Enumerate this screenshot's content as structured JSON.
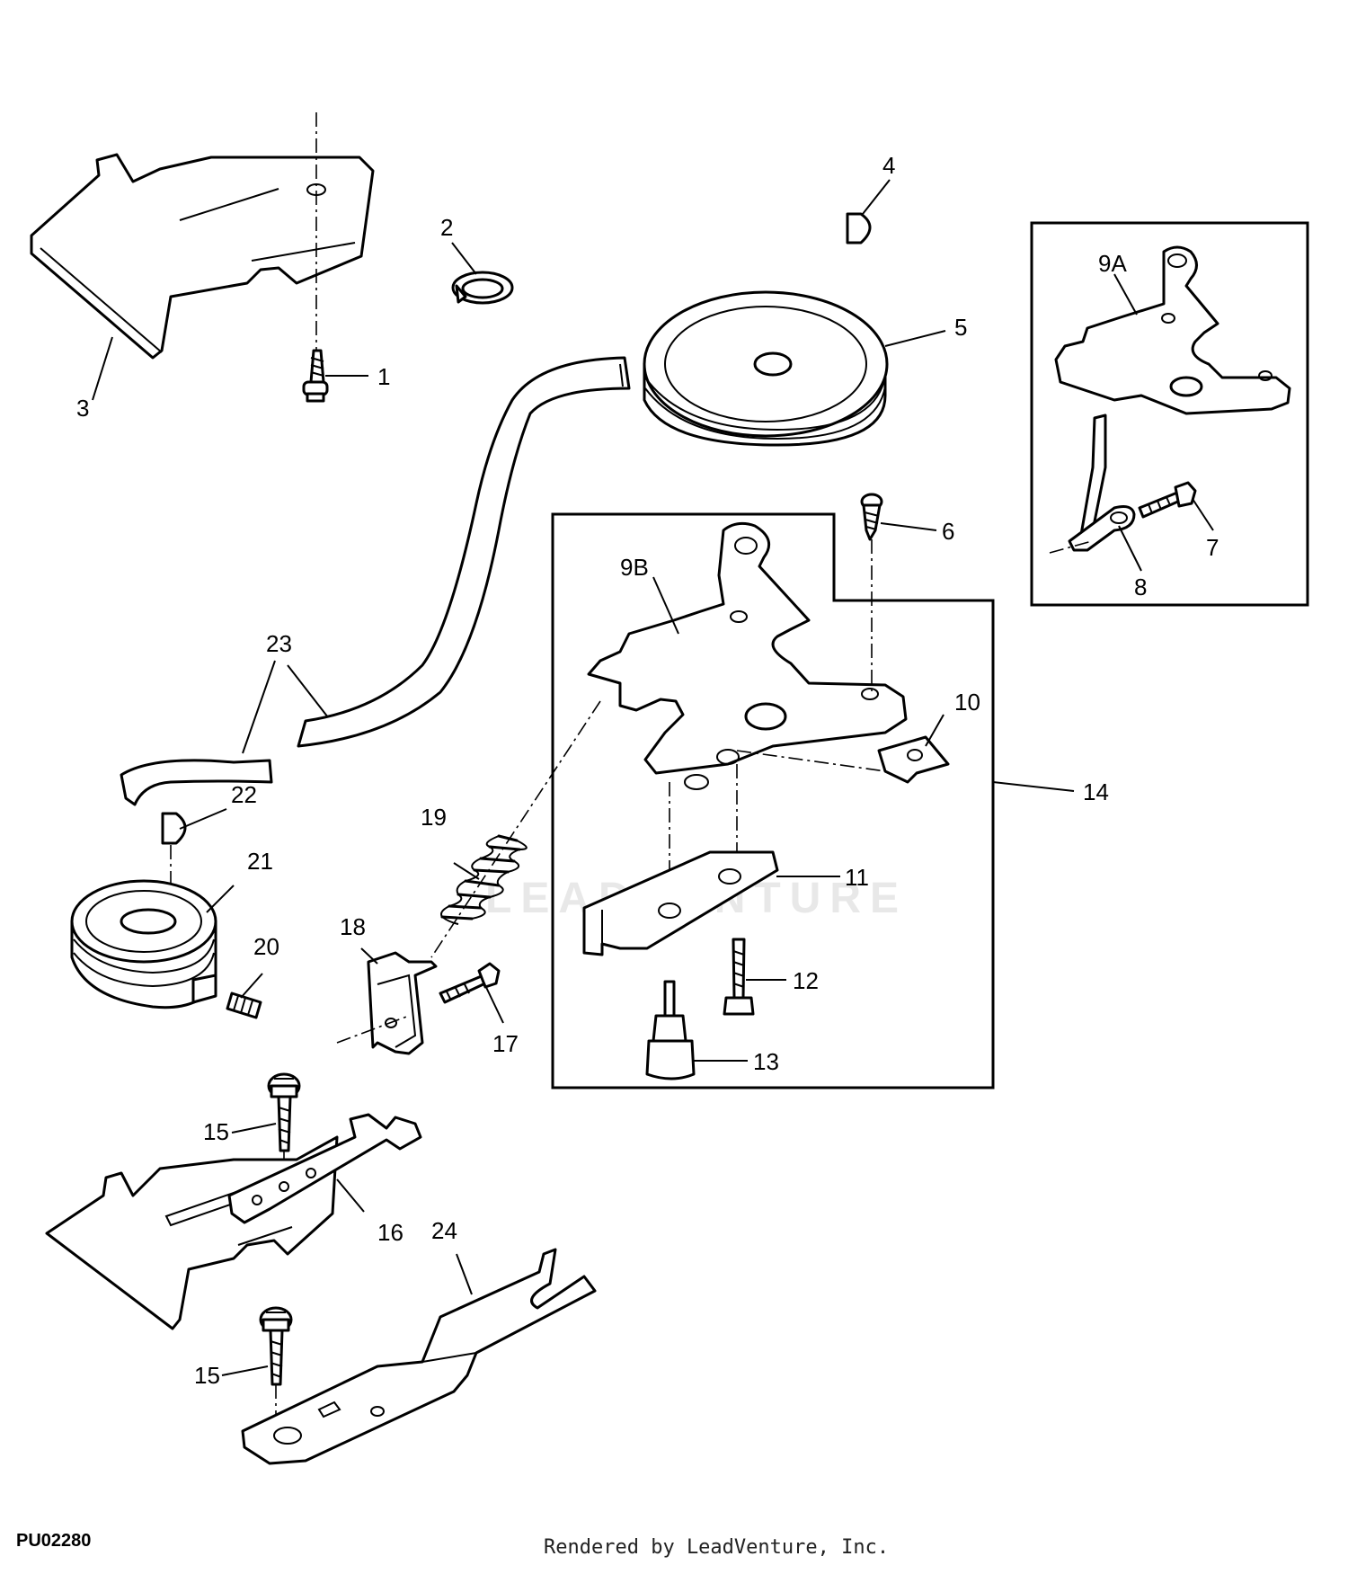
{
  "diagram": {
    "drawing_code": "PU02280",
    "footer": "Rendered by LeadVenture, Inc.",
    "watermark": "LEADVENTURE",
    "callouts": {
      "c1": "1",
      "c2": "2",
      "c3": "3",
      "c4": "4",
      "c5": "5",
      "c6": "6",
      "c7": "7",
      "c8": "8",
      "c9A": "9A",
      "c9B": "9B",
      "c10": "10",
      "c11": "11",
      "c12": "12",
      "c13": "13",
      "c14": "14",
      "c15a": "15",
      "c15b": "15",
      "c16": "16",
      "c17": "17",
      "c18": "18",
      "c19": "19",
      "c20": "20",
      "c21": "21",
      "c22": "22",
      "c23": "23",
      "c24": "24"
    }
  }
}
